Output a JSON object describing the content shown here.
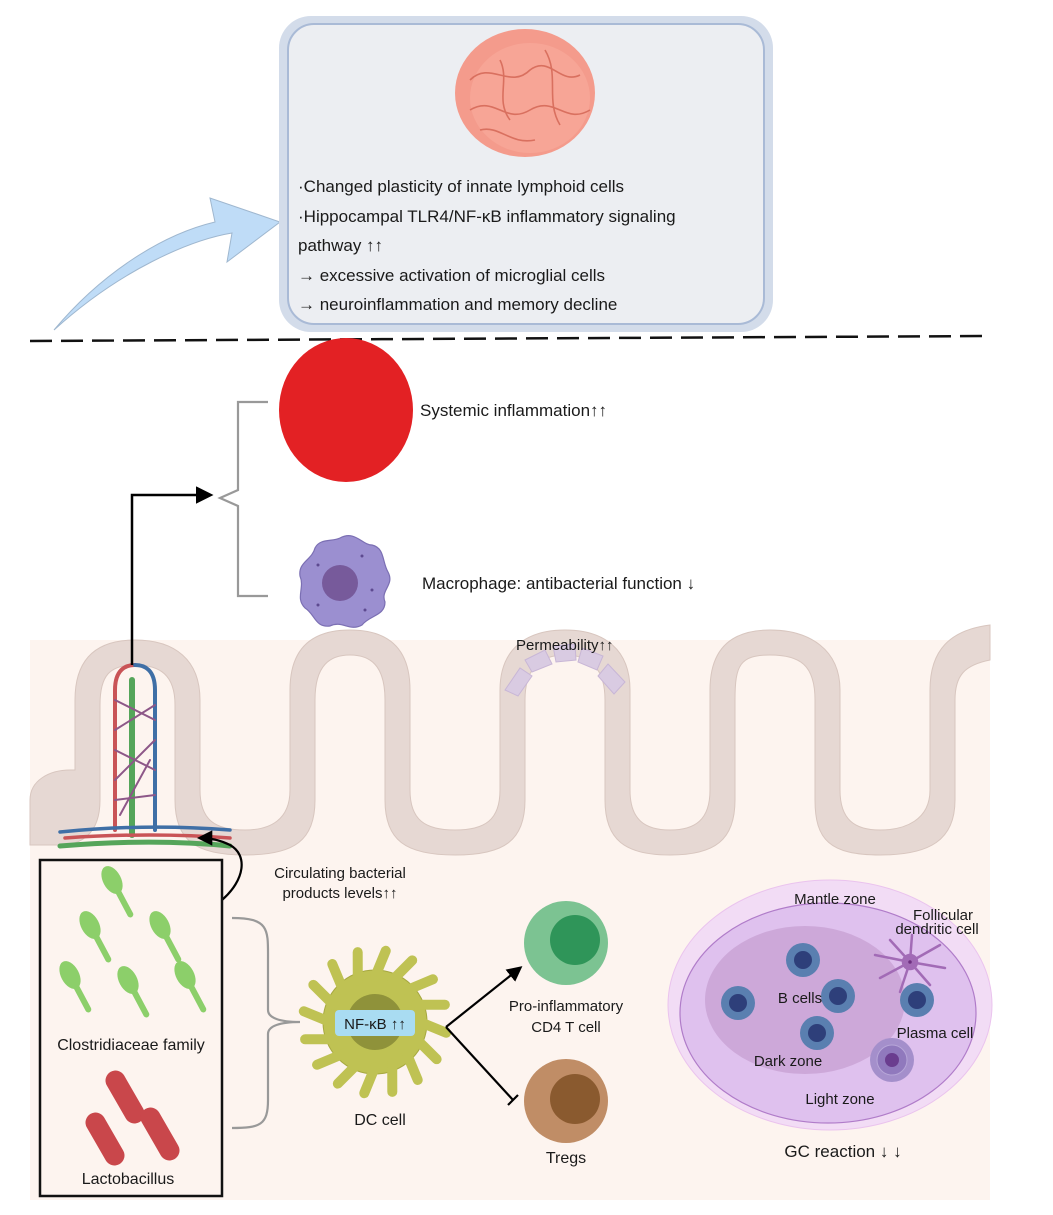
{
  "brain_box": {
    "lines": [
      "·Changed plasticity of innate lymphoid cells",
      "·Hippocampal TLR4/NF-κB inflammatory signaling",
      "pathway ↑↑",
      "→ excessive activation of microglial cells",
      "→ neuroinflammation and memory decline"
    ],
    "icon": "brain-icon"
  },
  "systemic": {
    "inflammation_label": "Systemic inflammation↑↑",
    "macrophage_label": "Macrophage: antibacterial function ↓"
  },
  "gut": {
    "permeability_label": "Permeability↑↑",
    "circulating_label_line1": "Circulating bacterial",
    "circulating_label_line2": "products levels↑↑"
  },
  "microbiota": {
    "clostridiaceae_label": "Clostridiaceae family",
    "lactobacillus_label": "Lactobacillus"
  },
  "immune": {
    "dc_label": "DC cell",
    "nfkb_label": "NF-κB ↑↑",
    "cd4_line1": "Pro-inflammatory",
    "cd4_line2": "CD4 T cell",
    "tregs_label": "Tregs"
  },
  "germinal_center": {
    "mantle_zone": "Mantle zone",
    "follicular_line1": "Follicular",
    "follicular_line2": "dendritic cell",
    "b_cells": "B cells",
    "plasma_cell": "Plasma cell",
    "dark_zone": "Dark zone",
    "light_zone": "Light zone",
    "gc_reaction": "GC reaction ↓ ↓"
  },
  "colors": {
    "inflammation_red": "#e32124",
    "macrophage_purple": "#9b8fd0",
    "arrow_blue": "#bfdcf7",
    "box_border": "#a9bad6",
    "box_fill": "#eceef2",
    "epithelium": "#e6d8d3",
    "lumen_bg": "#fdf4ef",
    "clostridia_green": "#8ccf6a",
    "lactobacillus_red": "#c9474b",
    "dc_yellow": "#bfc253",
    "nfkb_blue": "#a9dcf2",
    "cd4_green": "#7cc392",
    "treg_brown": "#c08d66",
    "gc_mantle": "#f2dcf5",
    "gc_light": "#dfc1ee",
    "gc_dark": "#cda8d9",
    "b_cell_blue": "#5a7fb0",
    "mantle_text": "#d6519a",
    "zone_text": "#b06fc8"
  }
}
